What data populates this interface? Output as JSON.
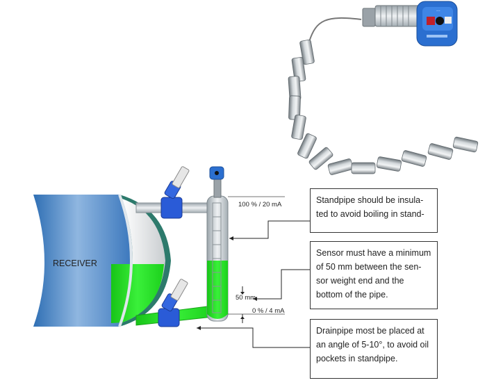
{
  "diagram": {
    "receiver_label": "RECEIVER",
    "level_100_label": "100 % / 20 mA",
    "level_0_label": "0 % / 4 mA",
    "offset_label": "50 mm",
    "callouts": [
      {
        "text": "Standpipe should be insula-ted to avoid boiling in stand-"
      },
      {
        "text": "Sensor must have a minimum of 50 mm between the sen-sor weight end and the bottom of the pipe."
      },
      {
        "text": "Drainpipe most be placed at an angle of 5-10°, to avoid oil pockets in standpipe."
      }
    ],
    "colors": {
      "receiver_blue": "#4a86c8",
      "liquid_green": "#22dd22",
      "valve_blue": "#2a5bd7",
      "pipe_gray": "#c8cfd3"
    },
    "icons": {
      "sensor_head": "level-sensor-icon",
      "valve": "valve-icon"
    }
  }
}
